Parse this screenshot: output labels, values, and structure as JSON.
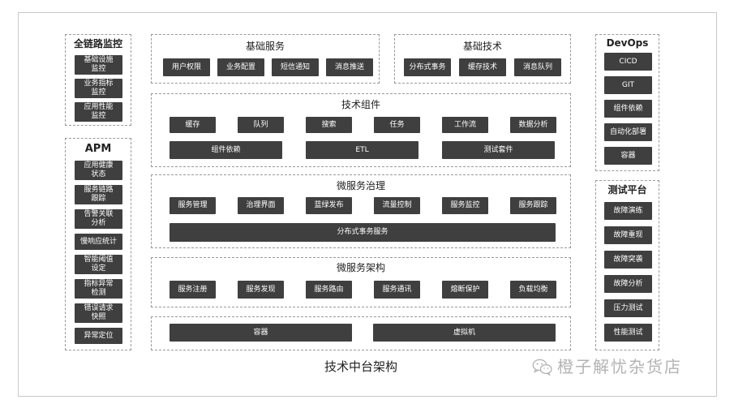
{
  "diagram_title": "技术中台架构",
  "watermark": {
    "icon": "wechat-icon",
    "text": "橙子解忧杂货店"
  },
  "colors": {
    "item_fill": "#3f3f3f",
    "item_text": "#ffffff",
    "group_border": "#9a9a9a",
    "frame_border": "#c8c8c8",
    "title_text": "#222222",
    "watermark": "#b3b3b3"
  },
  "full_link_monitoring": {
    "title": "全链路监控",
    "items": [
      "基础设施\n监控",
      "业务指标\n监控",
      "应用性能\n监控"
    ]
  },
  "apm": {
    "title": "APM",
    "items": [
      "应用健康\n状态",
      "服务链路\n跟踪",
      "告警关联\n分析",
      "慢响应统计",
      "智能阈值\n设定",
      "指标异常\n检测",
      "错误请求\n快照",
      "异常定位"
    ]
  },
  "basic_services": {
    "title": "基础服务",
    "items": [
      "用户权限",
      "业务配置",
      "短信通知",
      "消息推送"
    ]
  },
  "basic_technology": {
    "title": "基础技术",
    "items": [
      "分布式事务",
      "缓存技术",
      "消息队列"
    ]
  },
  "tech_components": {
    "title": "技术组件",
    "row1": [
      "缓存",
      "队列",
      "搜索",
      "任务",
      "工作流",
      "数据分析"
    ],
    "row2": [
      "组件依赖",
      "ETL",
      "测试套件"
    ]
  },
  "microservice_governance": {
    "title": "微服务治理",
    "row1": [
      "服务管理",
      "治理界面",
      "蓝绿发布",
      "流量控制",
      "服务监控",
      "服务跟踪"
    ],
    "row2": [
      "分布式事务服务"
    ]
  },
  "microservice_architecture": {
    "title": "微服务架构",
    "items": [
      "服务注册",
      "服务发现",
      "服务路由",
      "服务通讯",
      "熔断保护",
      "负载均衡"
    ]
  },
  "infrastructure": {
    "items": [
      "容器",
      "虚拟机"
    ]
  },
  "devops": {
    "title": "DevOps",
    "items": [
      "CICD",
      "GIT",
      "组件依赖",
      "自动化部署",
      "容器"
    ]
  },
  "test_platform": {
    "title": "测试平台",
    "items": [
      "故障演练",
      "故障重现",
      "故障突袭",
      "故障分析",
      "压力测试",
      "性能测试"
    ]
  }
}
